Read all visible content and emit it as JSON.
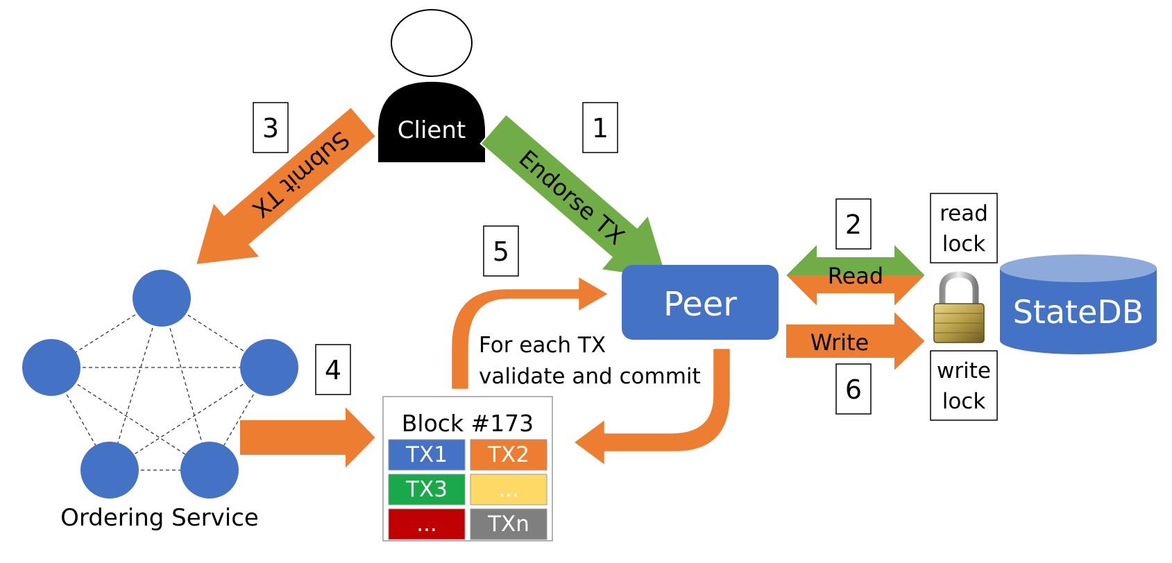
{
  "client": {
    "label": "Client"
  },
  "peer": {
    "label": "Peer"
  },
  "statedb": {
    "label": "StateDB"
  },
  "ordering": {
    "label": "Ordering Service"
  },
  "arrows": {
    "submit": "Submit TX",
    "endorse": "Endorse TX",
    "read": "Read",
    "write": "Write"
  },
  "steps": {
    "s1": "1",
    "s2": "2",
    "s3": "3",
    "s4": "4",
    "s5": "5",
    "s6": "6"
  },
  "locks": {
    "read": [
      "read",
      "lock"
    ],
    "write": [
      "write",
      "lock"
    ]
  },
  "validate_text": [
    "For each TX",
    "validate and commit"
  ],
  "block": {
    "title": "Block #173",
    "cells": [
      {
        "label": "TX1",
        "color": "#4472c4"
      },
      {
        "label": "TX2",
        "color": "#ed7d31"
      },
      {
        "label": "TX3",
        "color": "#19a84a"
      },
      {
        "label": "...",
        "color": "#ffd966"
      },
      {
        "label": "...",
        "color": "#c00000"
      },
      {
        "label": "TXn",
        "color": "#7f7f7f"
      }
    ]
  },
  "colors": {
    "blue": "#4472c4",
    "orange": "#ed7d31",
    "green": "#70ad47"
  }
}
